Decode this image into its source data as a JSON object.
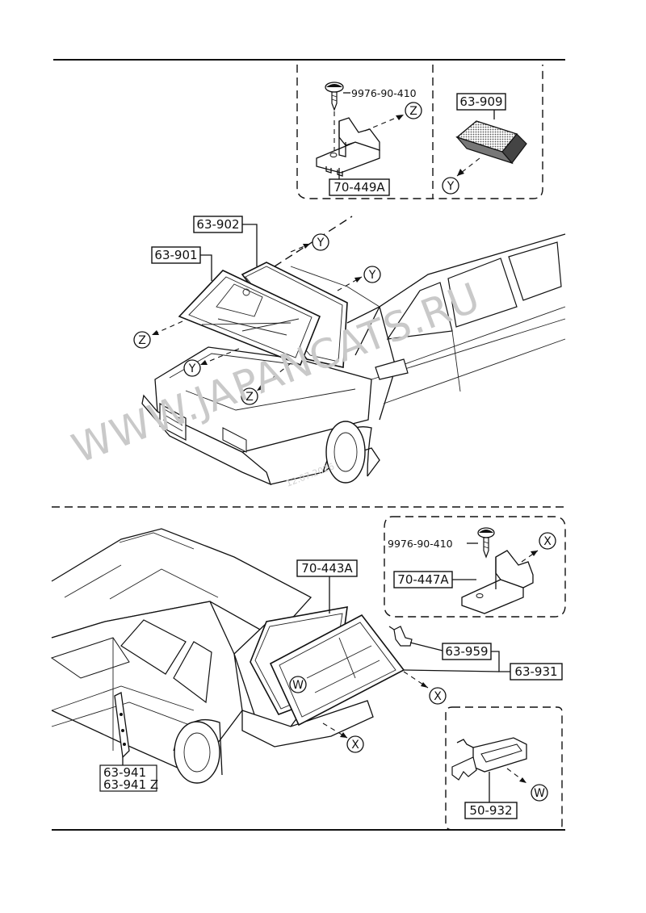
{
  "watermark": {
    "text": "WWW.JAPANCATS.RU",
    "date": "12.07.2026"
  },
  "front_section": {
    "parts": {
      "screw": "9976-90-410",
      "bracket": "70-449A",
      "pad": "63-909",
      "molding": "63-902",
      "windshield": "63-901"
    },
    "callouts": {
      "z_a": "Z",
      "y_a": "Y",
      "y_b": "Y",
      "y_c": "Y",
      "z_b": "Z",
      "y_d": "Y",
      "z_c": "Z"
    }
  },
  "rear_section": {
    "parts": {
      "screw": "9976-90-410",
      "bracket": "70-447A",
      "molding": "70-443A",
      "clip": "63-959",
      "rear_glass": "63-931",
      "cover_1": "63-941",
      "cover_2": "63-941 Z",
      "lamp": "50-932"
    },
    "callouts": {
      "x_a": "X",
      "w_a": "W",
      "x_b": "X",
      "x_c": "X",
      "w_b": "W"
    }
  }
}
